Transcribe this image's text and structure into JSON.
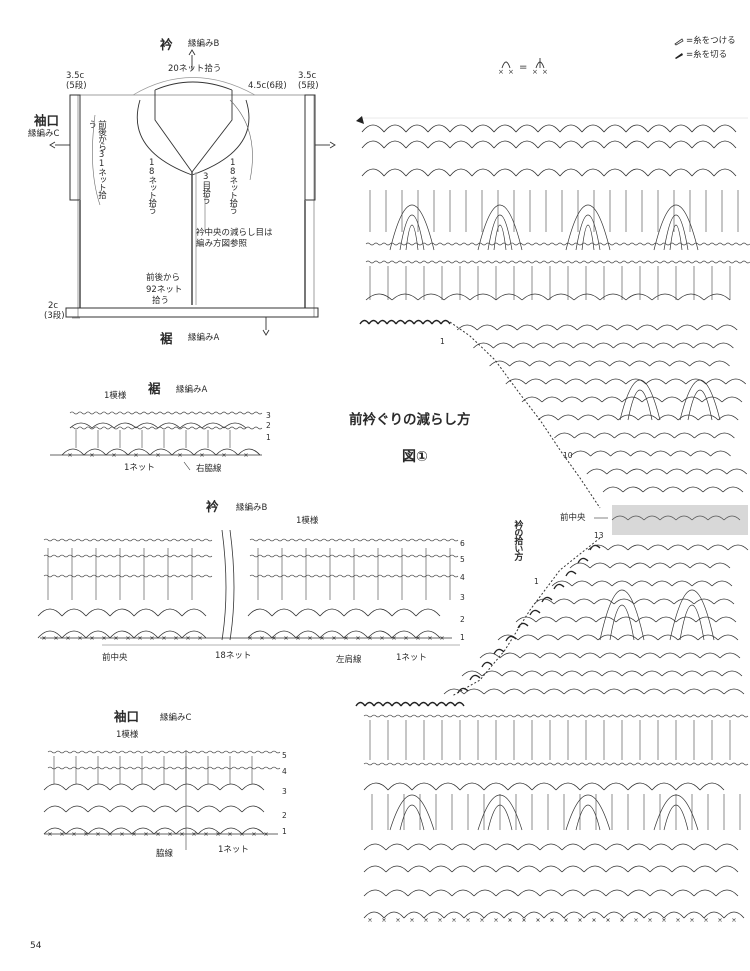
{
  "legend": {
    "attach": "=糸をつける",
    "cut": "=糸を切る",
    "equiv_eq": "="
  },
  "schematic": {
    "collar_title": "衿",
    "collar_stitch": "縁編みB",
    "collar_top": "20ネット拾う",
    "collar_right_width": "4.5c(6段)",
    "sleeve_left_width": "3.5c",
    "sleeve_left_rows": "(5段)",
    "sleeve_right_width": "3.5c",
    "sleeve_right_rows": "(5段)",
    "cuff_title": "袖口",
    "cuff_stitch": "縁編みC",
    "cuff_pickup": "前後から31ネット拾う",
    "left_18": "18ネット拾う",
    "right_18": "18ネット拾う",
    "center_3": "3目拾う",
    "collar_note_1": "衿中央の減らし目は",
    "collar_note_2": "編み方図参照",
    "hem_pickup_1": "前後から",
    "hem_pickup_2": "92ネット",
    "hem_pickup_3": "拾う",
    "hem_height": "2c",
    "hem_rows": "(3段)",
    "hem_title": "裾",
    "hem_stitch": "縁編みA"
  },
  "hem_chart": {
    "title": "裾",
    "stitch": "縁編みA",
    "repeat": "1模様",
    "net": "1ネット",
    "side": "右脇線",
    "rows": [
      "3",
      "2",
      "1"
    ]
  },
  "collar_chart": {
    "title": "衿",
    "stitch": "縁編みB",
    "repeat": "1模様",
    "front_center": "前中央",
    "net18": "18ネット",
    "shoulder": "左肩線",
    "net": "1ネット",
    "rows": [
      "6",
      "5",
      "4",
      "3",
      "2",
      "1"
    ]
  },
  "cuff_chart": {
    "title": "袖口",
    "stitch": "縁編みC",
    "repeat": "1模様",
    "side": "脇線",
    "net": "1ネット",
    "rows": [
      "5",
      "4",
      "3",
      "2",
      "1"
    ]
  },
  "main_chart": {
    "title": "前衿ぐりの減らし方",
    "figure": "図①",
    "front_center": "前中央",
    "collar_pickup": "衿の拾い方",
    "row1": "1",
    "row10": "10",
    "row13": "13",
    "row1b": "1"
  },
  "page_number": "54"
}
